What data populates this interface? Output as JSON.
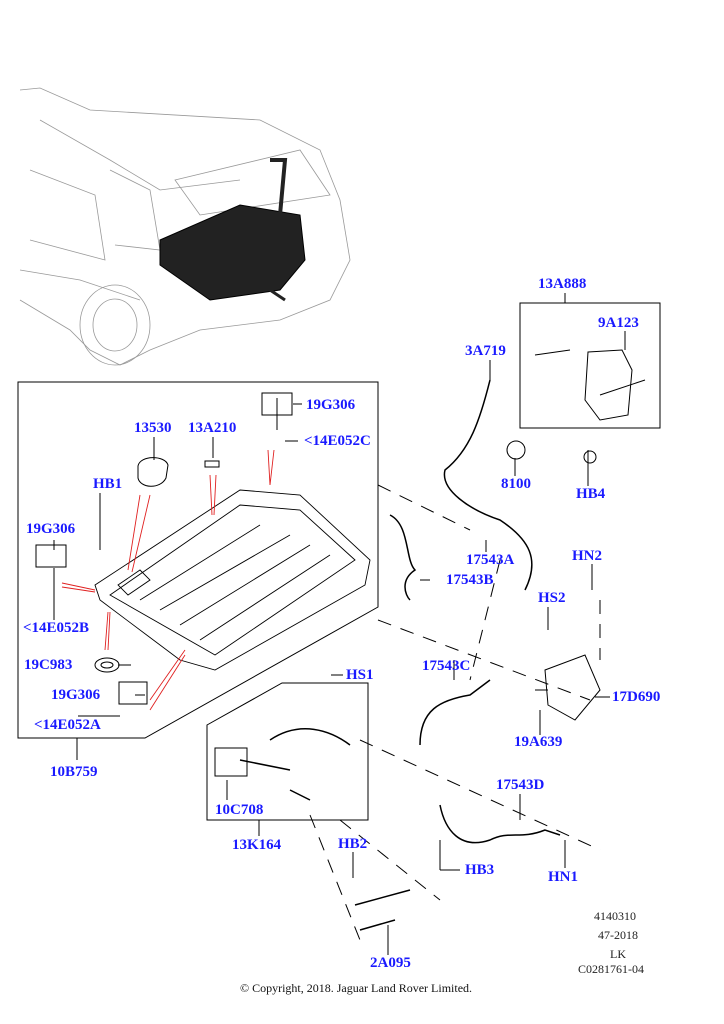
{
  "colors": {
    "callout_label": "#1a1aff",
    "leader_line": "#000000",
    "highlight_line": "#e02020"
  },
  "callouts": [
    {
      "id": "13A888",
      "text": "13A888"
    },
    {
      "id": "9A123",
      "text": "9A123"
    },
    {
      "id": "3A719",
      "text": "3A719"
    },
    {
      "id": "19G306-top",
      "text": "19G306"
    },
    {
      "id": "13530",
      "text": "13530"
    },
    {
      "id": "13A210",
      "text": "13A210"
    },
    {
      "id": "14E052C",
      "text": "<14E052C"
    },
    {
      "id": "HB1",
      "text": "HB1"
    },
    {
      "id": "8100",
      "text": "8100"
    },
    {
      "id": "HB4",
      "text": "HB4"
    },
    {
      "id": "19G306-left",
      "text": "19G306"
    },
    {
      "id": "17543A",
      "text": "17543A"
    },
    {
      "id": "HN2",
      "text": "HN2"
    },
    {
      "id": "17543B",
      "text": "17543B"
    },
    {
      "id": "HS2",
      "text": "HS2"
    },
    {
      "id": "14E052B",
      "text": "<14E052B"
    },
    {
      "id": "19C983",
      "text": "19C983"
    },
    {
      "id": "17543C",
      "text": "17543C"
    },
    {
      "id": "HS1",
      "text": "HS1"
    },
    {
      "id": "19G306-bottom",
      "text": "19G306"
    },
    {
      "id": "17D690",
      "text": "17D690"
    },
    {
      "id": "14E052A",
      "text": "<14E052A"
    },
    {
      "id": "19A639",
      "text": "19A639"
    },
    {
      "id": "10B759",
      "text": "10B759"
    },
    {
      "id": "17543D",
      "text": "17543D"
    },
    {
      "id": "10C708",
      "text": "10C708"
    },
    {
      "id": "13K164",
      "text": "13K164"
    },
    {
      "id": "HB2",
      "text": "HB2"
    },
    {
      "id": "HB3",
      "text": "HB3"
    },
    {
      "id": "HN1",
      "text": "HN1"
    },
    {
      "id": "2A095",
      "text": "2A095"
    }
  ],
  "reference": {
    "line1": "4140310",
    "line2": "47-2018",
    "line3": "LK",
    "line4": "C0281761-04"
  },
  "copyright": "© Copyright, 2018. Jaguar Land Rover Limited."
}
